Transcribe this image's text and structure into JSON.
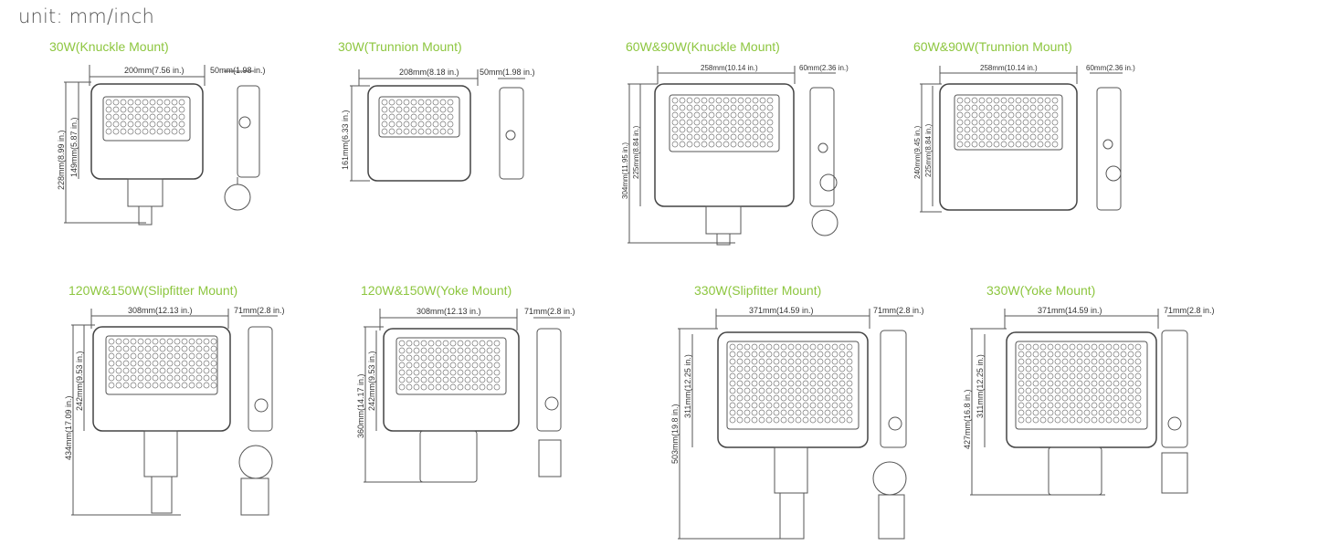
{
  "unit_label": "unit: mm/inch",
  "accent_color": "#8dc63f",
  "panels": [
    {
      "title": "30W(Knuckle Mount)",
      "width_dim": "200mm(7.56 in.)",
      "depth_dim": "50mm(1.98 in.)",
      "height_outer": "228mm(8.99 in.)",
      "height_inner": "149mm(5.87 in.)",
      "mount": "knuckle"
    },
    {
      "title": "30W(Trunnion Mount)",
      "width_dim": "208mm(8.18 in.)",
      "depth_dim": "50mm(1.98 in.)",
      "height_outer": "161mm(6.33 in.)",
      "height_inner": "",
      "mount": "trunnion"
    },
    {
      "title": "60W&90W(Knuckle Mount)",
      "width_dim": "258mm(10.14 in.)",
      "depth_dim": "60mm(2.36 in.)",
      "height_outer": "304mm(11.95 in.)",
      "height_inner": "225mm(8.84 in.)",
      "mount": "knuckle"
    },
    {
      "title": "60W&90W(Trunnion Mount)",
      "width_dim": "258mm(10.14 in.)",
      "depth_dim": "60mm(2.36 in.)",
      "height_outer": "240mm(9.45 in.)",
      "height_inner": "225mm(8.84 in.)",
      "mount": "trunnion"
    },
    {
      "title": "120W&150W(Slipfitter Mount)",
      "width_dim": "308mm(12.13 in.)",
      "depth_dim": "71mm(2.8 in.)",
      "height_outer": "434mm(17.09 in.)",
      "height_inner": "242mm(9.53 in.)",
      "mount": "slipfitter"
    },
    {
      "title": "120W&150W(Yoke Mount)",
      "width_dim": "308mm(12.13 in.)",
      "depth_dim": "71mm(2.8 in.)",
      "height_outer": "360mm(14.17 in.)",
      "height_inner": "242mm(9.53 in.)",
      "mount": "yoke"
    },
    {
      "title": "330W(Slipfitter Mount)",
      "width_dim": "371mm(14.59 in.)",
      "depth_dim": "71mm(2.8 in.)",
      "height_outer": "503mm(19.8 in.)",
      "height_inner": "311mm(12.25 in.)",
      "mount": "slipfitter"
    },
    {
      "title": "330W(Yoke Mount)",
      "width_dim": "371mm(14.59 in.)",
      "depth_dim": "71mm(2.8 in.)",
      "height_outer": "427mm(16.8 in.)",
      "height_inner": "311mm(12.25 in.)",
      "mount": "yoke"
    }
  ]
}
